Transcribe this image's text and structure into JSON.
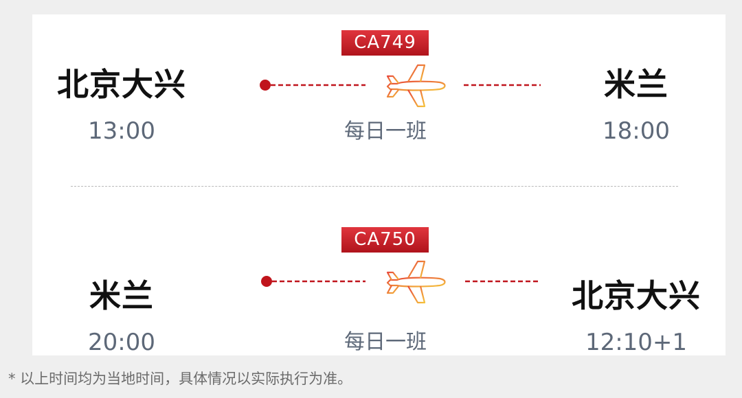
{
  "flights": [
    {
      "flight_number": "CA749",
      "origin_city": "北京大兴",
      "origin_time": "13:00",
      "destination_city": "米兰",
      "destination_time": "18:00",
      "frequency": "每日一班",
      "plane_icon": "airplane-icon"
    },
    {
      "flight_number": "CA750",
      "origin_city": "米兰",
      "origin_time": "20:00",
      "destination_city": "北京大兴",
      "destination_time": "12:10+1",
      "frequency": "每日一班",
      "plane_icon": "airplane-icon"
    }
  ],
  "footnote": "* 以上时间均为当地时间，具体情况以实际执行为准。",
  "colors": {
    "accent_red": "#c0141c",
    "plane_gradient_start": "#e8463a",
    "plane_gradient_end": "#f5c23a",
    "city_text": "#111111",
    "time_text": "#5d6878",
    "background": "#efefef"
  }
}
